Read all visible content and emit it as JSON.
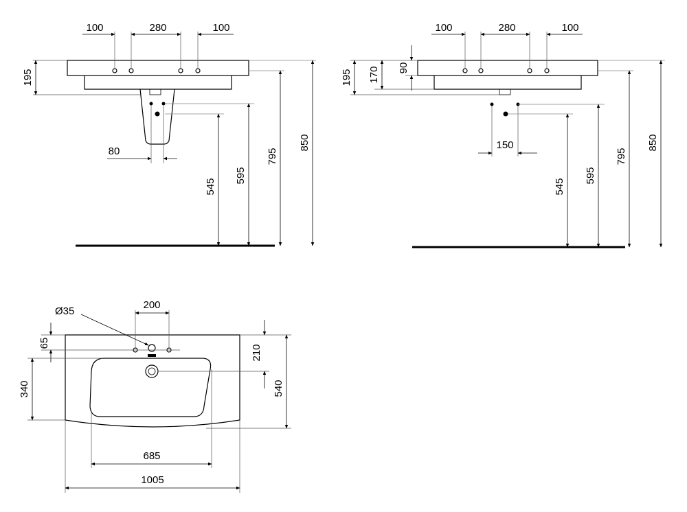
{
  "colors": {
    "line": "#000000",
    "background": "#ffffff",
    "extension": "#555555"
  },
  "front_view": {
    "label_100_left": "100",
    "label_280": "280",
    "label_100_right": "100",
    "label_195": "195",
    "label_80": "80",
    "label_545": "545",
    "label_595": "595",
    "label_795": "795",
    "label_850": "850"
  },
  "side_view": {
    "label_100_left": "100",
    "label_280": "280",
    "label_100_right": "100",
    "label_195": "195",
    "label_170": "170",
    "label_90": "90",
    "label_150": "150",
    "label_545": "545",
    "label_595": "595",
    "label_795": "795",
    "label_850": "850"
  },
  "top_view": {
    "label_diameter": "Ø35",
    "label_200": "200",
    "label_65": "65",
    "label_340": "340",
    "label_210": "210",
    "label_540": "540",
    "label_685": "685",
    "label_1005": "1005"
  }
}
